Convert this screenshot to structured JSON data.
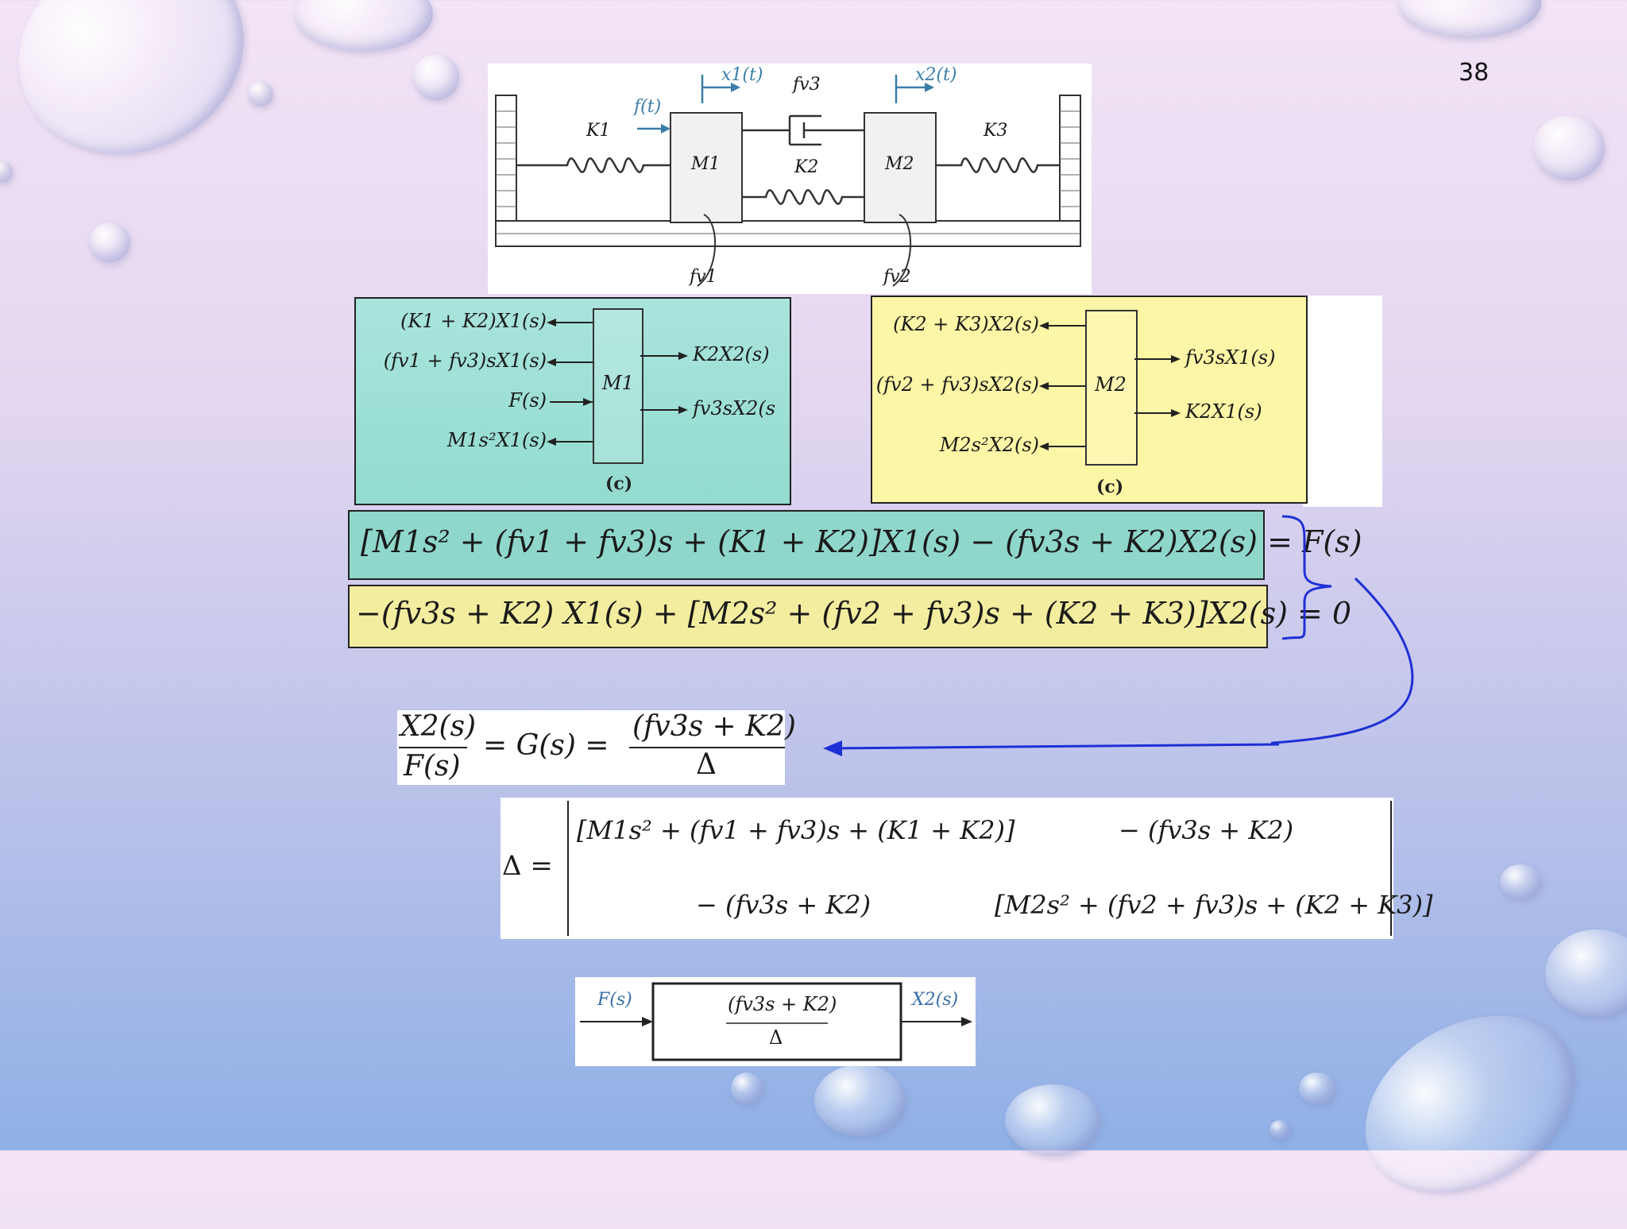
{
  "page_number": "38",
  "mechanical_diagram": {
    "x1_label": "x1(t)",
    "x2_label": "x2(t)",
    "force_label": "f(t)",
    "fv3_label": "fv3",
    "k1_label": "K1",
    "k2_label": "K2",
    "k3_label": "K3",
    "m1_label": "M1",
    "m2_label": "M2",
    "fv1_label": "fv1",
    "fv2_label": "fv2"
  },
  "fbd_m1": {
    "mass": "M1",
    "left_terms": [
      "(K1 + K2)X1(s)",
      "(fv1 + fv3)sX1(s)",
      "F(s)",
      "M1s²X1(s)"
    ],
    "right_terms": [
      "K2X2(s)",
      "fv3sX2(s"
    ],
    "caption": "(c)"
  },
  "fbd_m2": {
    "mass": "M2",
    "left_terms": [
      "(K2 + K3)X2(s)",
      "(fv2 + fv3)sX2(s)",
      "M2s²X2(s)"
    ],
    "right_terms": [
      "fv3sX1(s)",
      "K2X1(s)"
    ],
    "caption": "(c)"
  },
  "equations": {
    "eq1": "[M1s² + (fv1 + fv3)s + (K1 + K2)]X1(s) − (fv3s + K2)X2(s) = F(s)",
    "eq2": "−(fv3s + K2) X1(s) + [M2s² + (fv2 + fv3)s + (K2 + K3)]X2(s) = 0"
  },
  "transfer_function": {
    "lhs_num": "X2(s)",
    "lhs_den": "F(s)",
    "g": "= G(s) =",
    "rhs_num": "(fv3s + K2)",
    "rhs_den": "Δ"
  },
  "determinant": {
    "delta": "Δ =",
    "a11": "[M1s² + (fv1 + fv3)s + (K1 + K2)]",
    "a12": "− (fv3s + K2)",
    "a21": "− (fv3s + K2)",
    "a22": "[M2s² + (fv2 + fv3)s + (K2 + K3)]"
  },
  "block_diagram": {
    "input": "F(s)",
    "output": "X2(s)",
    "block_num": "(fv3s + K2)",
    "block_den": "Δ"
  }
}
